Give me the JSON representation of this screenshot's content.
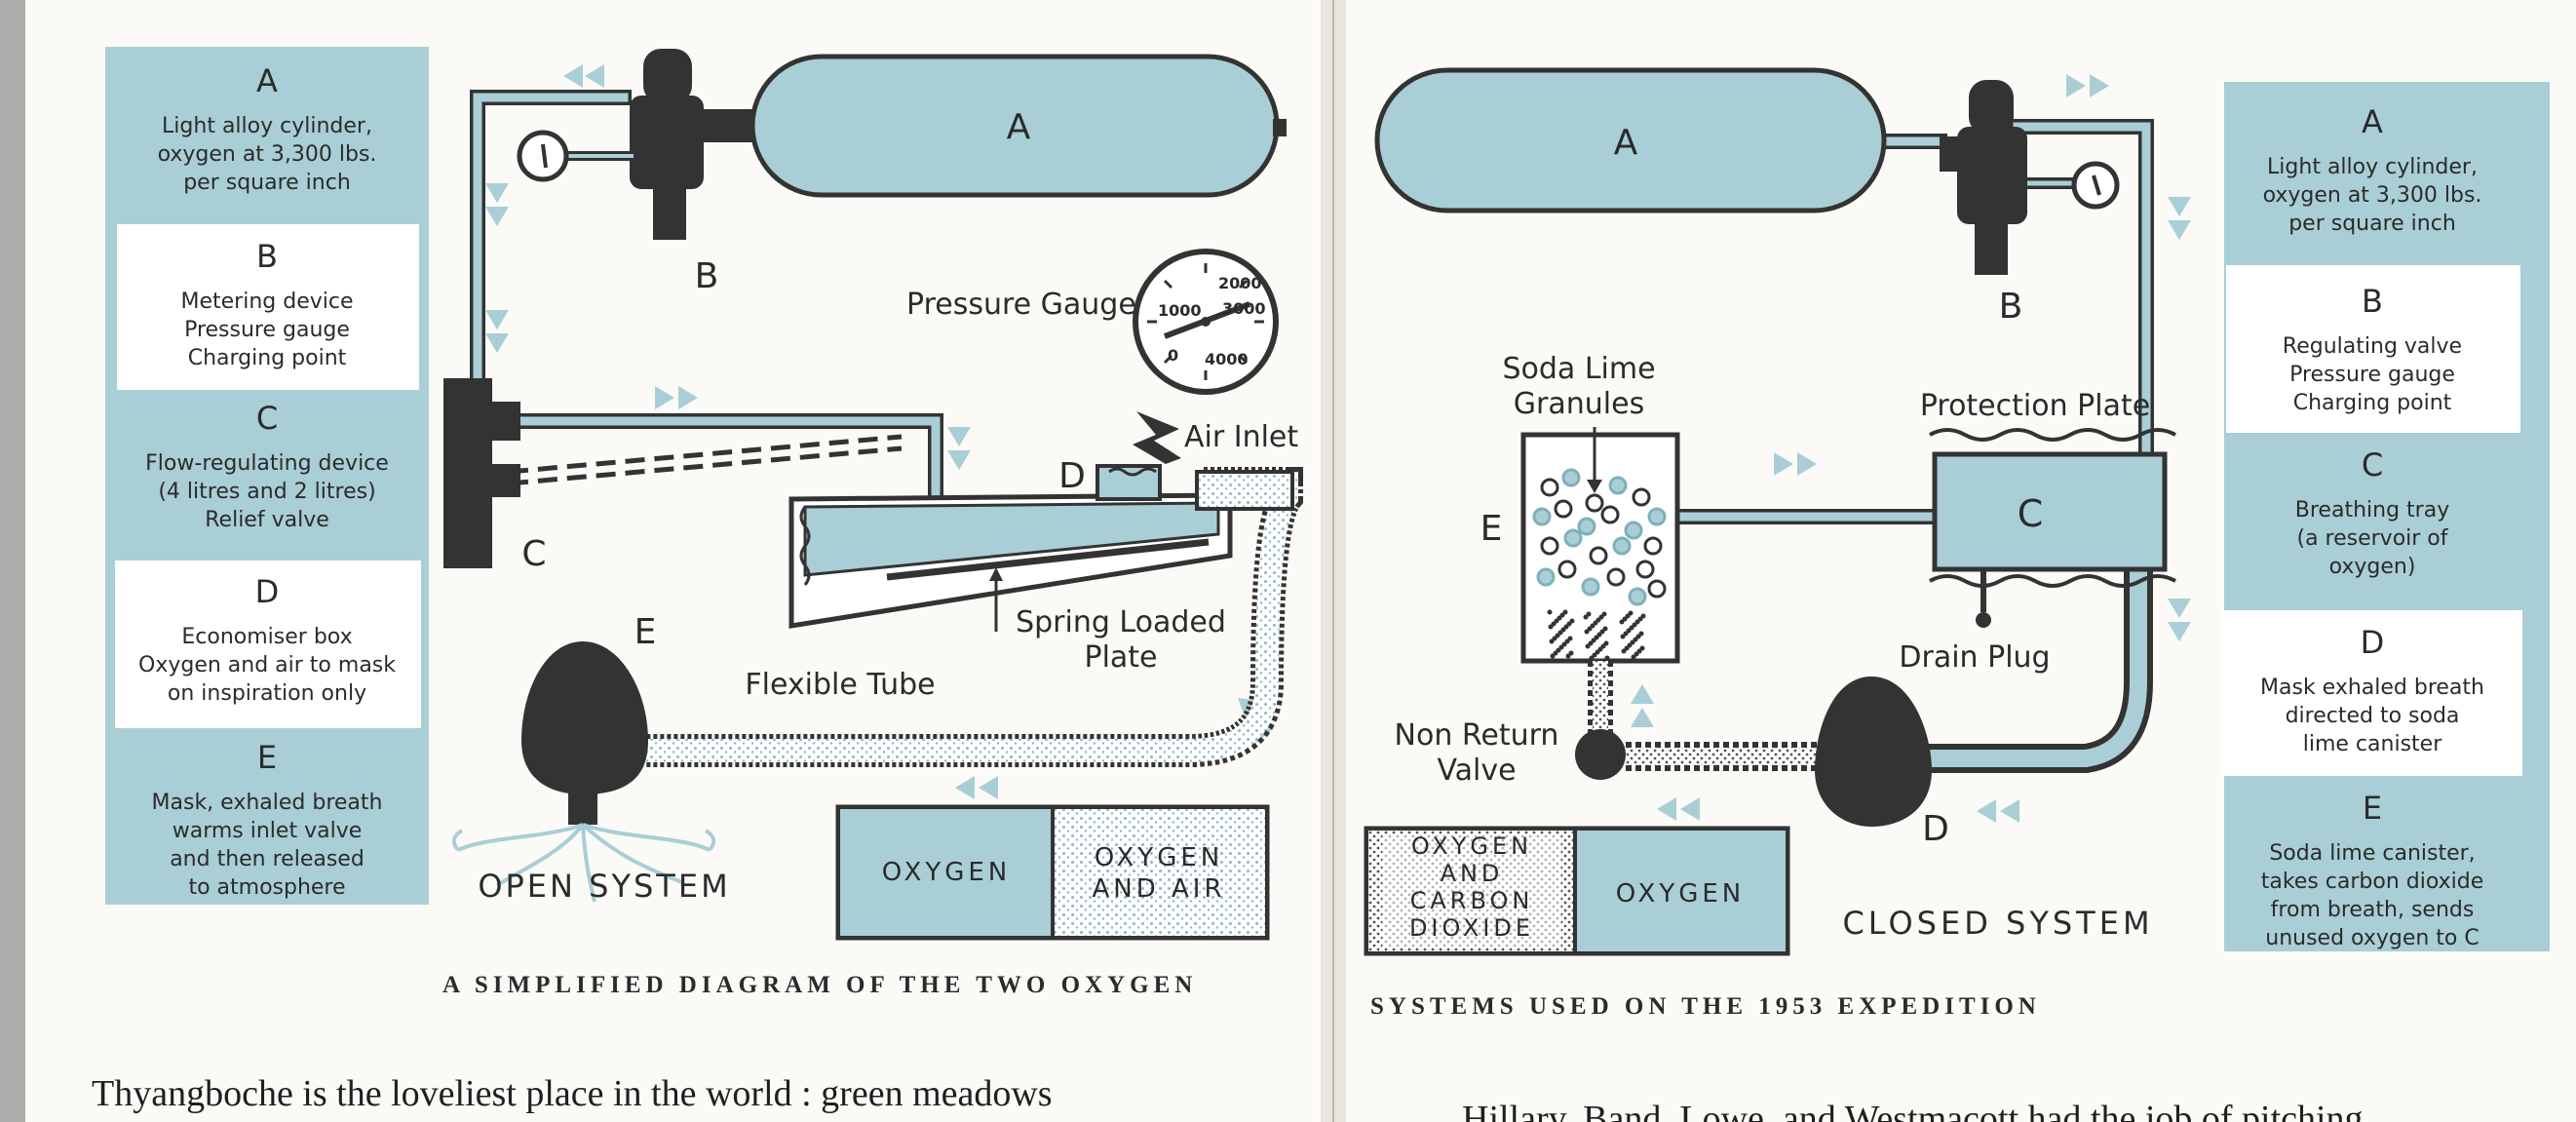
{
  "colors": {
    "teal": "#a9ced6",
    "dark": "#333333",
    "paper": "#fbfaf6",
    "white": "#ffffff"
  },
  "left": {
    "legend": [
      {
        "letter": "A",
        "lines": [
          "Light alloy cylinder,",
          "oxygen at 3,300 lbs.",
          "per square inch"
        ]
      },
      {
        "letter": "B",
        "lines": [
          "Metering device",
          "Pressure gauge",
          "Charging point"
        ]
      },
      {
        "letter": "C",
        "lines": [
          "Flow-regulating device",
          "(4 litres and 2 litres)",
          "Relief valve"
        ]
      },
      {
        "letter": "D",
        "lines": [
          "Economiser box",
          "Oxygen and air to mask",
          "on inspiration only"
        ]
      },
      {
        "letter": "E",
        "lines": [
          "Mask, exhaled breath",
          "warms inlet valve",
          "and then released",
          "to atmosphere"
        ]
      }
    ],
    "labels": {
      "cylinder": "A",
      "valve": "B",
      "regulator": "C",
      "economiser": "D",
      "mask": "E",
      "pressure_gauge": "Pressure Gauge",
      "air_inlet": "Air Inlet",
      "spring_plate_1": "Spring Loaded",
      "spring_plate_2": "Plate",
      "flexible_tube": "Flexible Tube",
      "system": "OPEN SYSTEM"
    },
    "gauge_ticks": [
      "2000",
      "1000",
      "3000",
      "0",
      "4000"
    ],
    "key": {
      "oxygen": "OXYGEN",
      "mix_1": "OXYGEN",
      "mix_2": "AND AIR"
    }
  },
  "right": {
    "legend": [
      {
        "letter": "A",
        "lines": [
          "Light alloy cylinder,",
          "oxygen at 3,300 lbs.",
          "per square inch"
        ]
      },
      {
        "letter": "B",
        "lines": [
          "Regulating valve",
          "Pressure gauge",
          "Charging point"
        ]
      },
      {
        "letter": "C",
        "lines": [
          "Breathing tray",
          "(a reservoir of",
          "oxygen)"
        ]
      },
      {
        "letter": "D",
        "lines": [
          "Mask exhaled breath",
          "directed to soda",
          "lime canister"
        ]
      },
      {
        "letter": "E",
        "lines": [
          "Soda lime canister,",
          "takes carbon dioxide",
          "from breath, sends",
          "unused oxygen to C"
        ]
      }
    ],
    "labels": {
      "cylinder": "A",
      "valve": "B",
      "tray": "C",
      "mask": "D",
      "canister": "E",
      "soda_lime_1": "Soda Lime",
      "soda_lime_2": "Granules",
      "protection_plate": "Protection Plate",
      "drain_plug": "Drain Plug",
      "non_return_1": "Non Return",
      "non_return_2": "Valve",
      "system": "CLOSED SYSTEM"
    },
    "key": {
      "mix_1": "OXYGEN",
      "mix_2": "AND",
      "mix_3": "CARBON",
      "mix_4": "DIOXIDE",
      "oxygen": "OXYGEN"
    }
  },
  "caption": {
    "left": "A SIMPLIFIED DIAGRAM OF THE TWO OXYGEN",
    "right": "SYSTEMS USED ON THE 1953 EXPEDITION"
  },
  "body_text": {
    "left": "Thyangboche is the loveliest place in the world : green meadows",
    "right": "Hillary, Band, Lowe, and Westmacott had the job of pitching"
  }
}
